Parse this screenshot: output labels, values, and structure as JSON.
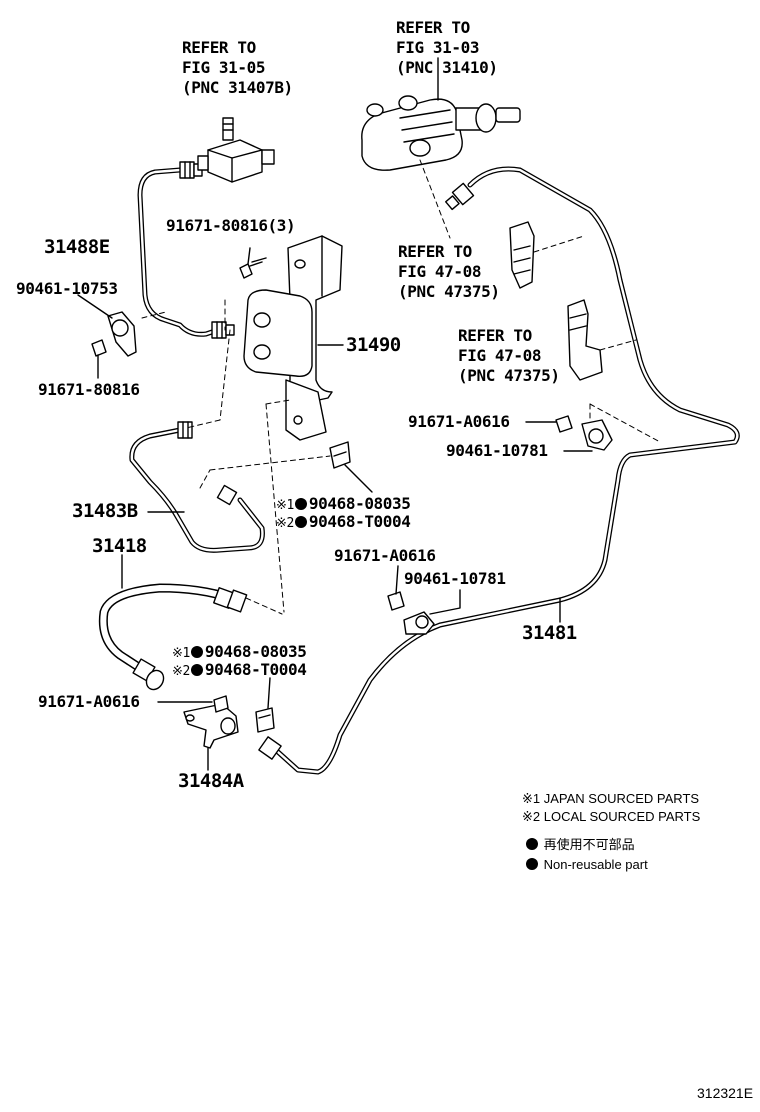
{
  "refs": [
    {
      "lines": [
        "REFER TO",
        "FIG 31-05",
        "(PNC 31407B)"
      ]
    },
    {
      "lines": [
        "REFER TO",
        "FIG 31-03",
        "(PNC 31410)"
      ]
    },
    {
      "lines": [
        "REFER TO",
        "FIG 47-08",
        "(PNC 47375)"
      ]
    },
    {
      "lines": [
        "REFER TO",
        "FIG 47-08",
        "(PNC 47375)"
      ]
    }
  ],
  "parts": {
    "p31488E": "31488E",
    "p90461_10753": "90461-10753",
    "p91671_80816": "91671-80816",
    "p91671_80816_3": "91671-80816(3)",
    "p31490": "31490",
    "p91671_A0616_a": "91671-A0616",
    "p90461_10781_a": "90461-10781",
    "p31483B": "31483B",
    "clip1_j": "90468-08035",
    "clip1_l": "90468-T0004",
    "p31418": "31418",
    "p91671_A0616_b": "91671-A0616",
    "p90461_10781_b": "90461-10781",
    "p31481": "31481",
    "clip2_j": "90468-08035",
    "clip2_l": "90468-T0004",
    "p91671_A0616_c": "91671-A0616",
    "p31484A": "31484A"
  },
  "marks": {
    "m1": "※1",
    "m2": "※2"
  },
  "legend": {
    "japan": "JAPAN SOURCED PARTS",
    "local": "LOCAL SOURCED PARTS",
    "nonreuse_jp": "再使用不可部品",
    "nonreuse_en": "Non-reusable part"
  },
  "figure_code": "312321E"
}
